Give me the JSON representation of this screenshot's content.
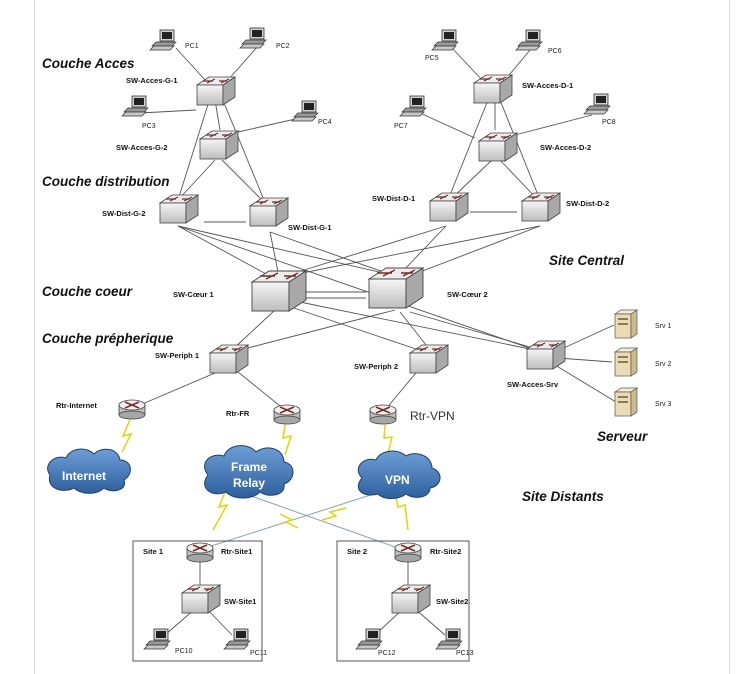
{
  "labels": {
    "couche_acces": "Couche Acces",
    "couche_distribution": "Couche distribution",
    "couche_coeur": "Couche coeur",
    "couche_peripherique": "Couche prépherique",
    "site_central": "Site Central",
    "serveur": "Serveur",
    "site_distants": "Site Distants"
  },
  "devices": {
    "sw_acces_g1": "SW-Acces-G-1",
    "sw_acces_g2": "SW-Acces-G-2",
    "sw_acces_d1": "SW-Acces-D-1",
    "sw_acces_d2": "SW-Acces-D-2",
    "sw_dist_g2": "SW-Dist-G-2",
    "sw_dist_g1": "SW-Dist-G-1",
    "sw_dist_d1": "SW-Dist-D-1",
    "sw_dist_d2": "SW-Dist-D-2",
    "sw_coeur1": "SW-Cœur 1",
    "sw_coeur2": "SW-Cœur 2",
    "sw_periph1": "SW-Periph 1",
    "sw_periph2": "SW-Periph 2",
    "sw_acces_srv": "SW-Acces-Srv",
    "rtr_internet": "Rtr-Internet",
    "rtr_fr": "Rtr-FR",
    "rtr_vpn": "Rtr-VPN",
    "rtr_site1": "Rtr-Site1",
    "rtr_site2": "Rtr-Site2",
    "sw_site1": "SW-Site1",
    "sw_site2": "SW-Site2"
  },
  "pcs": {
    "pc1": "PC1",
    "pc2": "PC2",
    "pc3": "PC3",
    "pc4": "PC4",
    "pc5": "PC5",
    "pc6": "PC6",
    "pc7": "PC7",
    "pc8": "PC8",
    "pc10": "PC10",
    "pc11": "PC11",
    "pc12": "PC12",
    "pc13": "PC13"
  },
  "servers": {
    "srv1": "Srv 1",
    "srv2": "Srv 2",
    "srv3": "Srv 3"
  },
  "clouds": {
    "internet": "Internet",
    "frame": "Frame",
    "relay": "Relay",
    "vpn": "VPN"
  },
  "sites": {
    "site1": "Site 1",
    "site2": "Site 2"
  },
  "colors": {
    "cloud": "#4a7fc0",
    "switch_top": "#e6e6e6",
    "line": "#555555",
    "zigzag": "#e8e800"
  }
}
